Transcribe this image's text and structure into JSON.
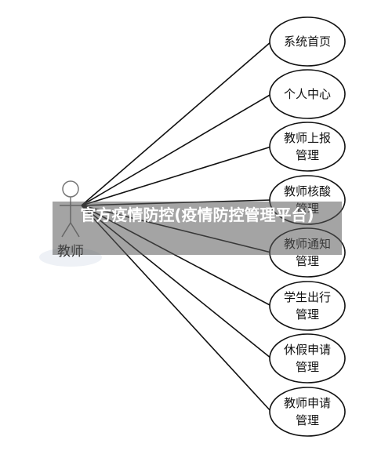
{
  "actor": {
    "label": "教师"
  },
  "use_cases": [
    {
      "id": "uc1",
      "lines": [
        "系统首页"
      ]
    },
    {
      "id": "uc2",
      "lines": [
        "个人中心"
      ]
    },
    {
      "id": "uc3",
      "lines": [
        "教师上报",
        "管理"
      ]
    },
    {
      "id": "uc4",
      "lines": [
        "教师核酸",
        "管理"
      ]
    },
    {
      "id": "uc5",
      "lines": [
        "教师通知",
        "管理"
      ]
    },
    {
      "id": "uc6",
      "lines": [
        "学生出行",
        "管理"
      ]
    },
    {
      "id": "uc7",
      "lines": [
        "休假申请",
        "管理"
      ]
    },
    {
      "id": "uc8",
      "lines": [
        "教师申请",
        "管理"
      ]
    }
  ],
  "overlay": {
    "text": "官方疫情防控(疫情防控管理平台)"
  },
  "colors": {
    "stroke": "#111111",
    "actor_stroke": "#777777",
    "ellipse_fill": "#ffffff",
    "banner": "#5a5a5a"
  }
}
